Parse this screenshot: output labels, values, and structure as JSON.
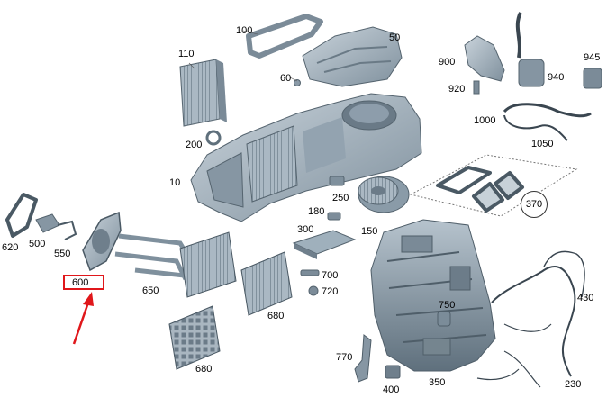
{
  "diagram": {
    "part_labels": {
      "p10": "10",
      "p50": "50",
      "p60": "60",
      "p100": "100",
      "p110": "110",
      "p150": "150",
      "p180": "180",
      "p200": "200",
      "p230": "230",
      "p250": "250",
      "p300": "300",
      "p350": "350",
      "p370": "370",
      "p400": "400",
      "p430": "430",
      "p500": "500",
      "p550": "550",
      "p600": "600",
      "p620": "620",
      "p650": "650",
      "p680a": "680",
      "p680b": "680",
      "p700": "700",
      "p720": "720",
      "p750": "750",
      "p770": "770",
      "p900": "900",
      "p920": "920",
      "p940": "940",
      "p945": "945",
      "p1000": "1000",
      "p1050": "1050"
    },
    "highlighted_part": "600",
    "colors": {
      "part_fill": "#9aabb8",
      "part_shadow": "#6e7f8c",
      "part_light": "#c3ced6",
      "highlight": "#e0171b"
    }
  }
}
